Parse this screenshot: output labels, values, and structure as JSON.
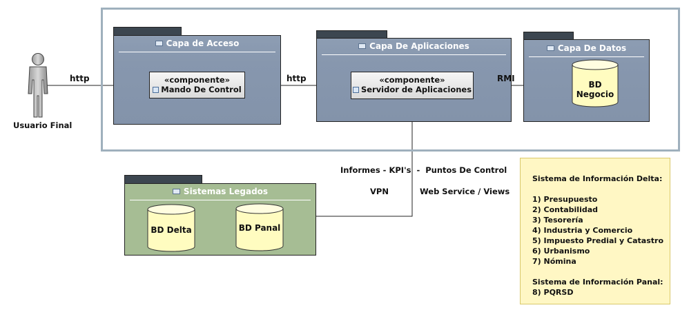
{
  "actor": {
    "label": "Usuario Final"
  },
  "packages": {
    "acceso": {
      "title": "Capa de Acceso"
    },
    "aplicaciones": {
      "title": "Capa De Aplicaciones"
    },
    "datos": {
      "title": "Capa De Datos"
    },
    "legados": {
      "title": "Sistemas Legados"
    }
  },
  "components": {
    "mando": {
      "stereotype": "«componente»",
      "name": "Mando De Control"
    },
    "servidor": {
      "stereotype": "«componente»",
      "name": "Servidor de Aplicaciones"
    }
  },
  "databases": {
    "negocio": "BD Negocio",
    "delta": "BD Delta",
    "panal": "BD Panal"
  },
  "connections": {
    "actor_mando": "http",
    "mando_servidor": "http",
    "servidor_datos": "RMI",
    "legados_1": "Informes - KPI's  -  Puntos De Control",
    "legados_vpn": "VPN",
    "legados_ws": "Web Service / Views"
  },
  "note": {
    "lines": [
      "Sistema de Información Delta:",
      "",
      "1) Presupuesto",
      "2) Contabilidad",
      "3) Tesorería",
      "4) Industria y Comercio",
      "5) Impuesto Predial y Catastro",
      "6) Urbanismo",
      "7) Nómina",
      "",
      "Sistema de Información Panal:",
      "8) PQRSD"
    ]
  },
  "colors": {
    "package_blue": "#8797ae",
    "package_green": "#a6bd94",
    "database_fill": "#fffcc0",
    "note_fill": "#fff7c4",
    "frame_border": "#9fb0bd"
  }
}
